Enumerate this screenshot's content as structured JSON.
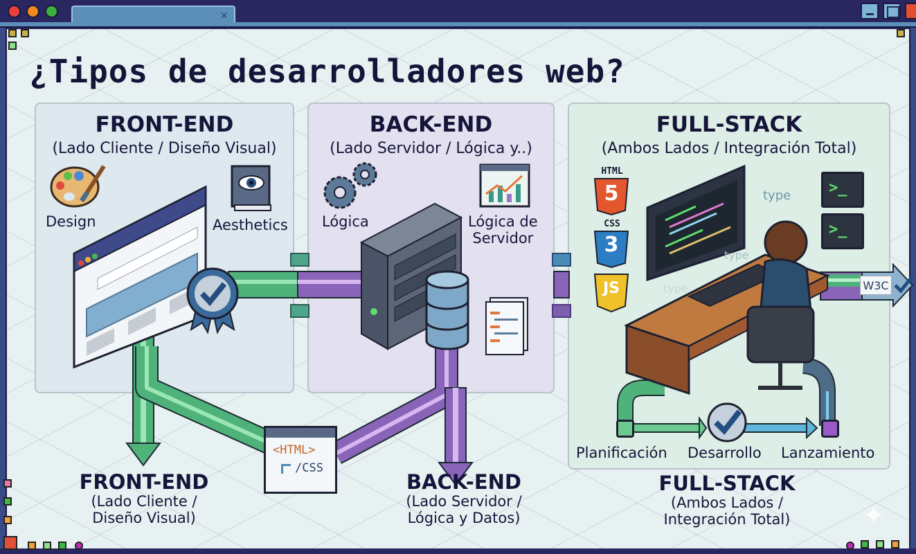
{
  "window": {
    "tab_close_glyph": "×",
    "controls": [
      "minimize",
      "maximize",
      "close"
    ]
  },
  "title": "¿Tipos de desarrolladores web?",
  "panels": {
    "front": {
      "heading": "FRONT-END",
      "subtitle": "(Lado Cliente / Diseño Visual)",
      "icons": [
        {
          "name": "palette-icon",
          "label": "Design"
        },
        {
          "name": "eye-book-icon",
          "label": "Aesthetics"
        }
      ]
    },
    "back": {
      "heading": "BACK-END",
      "subtitle": "(Lado Servidor / Lógica y..)",
      "icons": [
        {
          "name": "gears-icon",
          "label": "Lógica"
        },
        {
          "name": "chart-window-icon",
          "label_line1": "Lógica de",
          "label_line2": "Servidor"
        }
      ]
    },
    "full": {
      "heading": "FULL-STACK",
      "subtitle": "(Ambos Lados / Integración Total)",
      "tech_badges": [
        {
          "label": "HTML",
          "glyph": "5",
          "color": "#e4572e"
        },
        {
          "label": "CSS",
          "glyph": "3",
          "color": "#2d7dc4"
        },
        {
          "label": "",
          "glyph": "JS",
          "color": "#efc12a"
        }
      ],
      "terminal_prompt": ">_",
      "typing_words": [
        "type",
        "type",
        "type"
      ],
      "w3c_badge": "W3C",
      "stages": [
        "Planificación",
        "Desarrollo",
        "Lanzamiento"
      ]
    }
  },
  "html_css_window": {
    "line1": "<HTML>",
    "line2": "/CSS"
  },
  "bottom_labels": {
    "front": {
      "heading": "FRONT-END",
      "line1": "(Lado Cliente /",
      "line2": "Diseño Visual)"
    },
    "back": {
      "heading": "BACK-END",
      "line1": "(Lado Servidor /",
      "line2": "Lógica y Datos)"
    },
    "full": {
      "heading": "FULL-STACK",
      "line1": "(Ambos Lados /",
      "line2": "Integración Total)"
    }
  },
  "colors": {
    "front_pipe": "#4fb27a",
    "back_pipe": "#8a64b8",
    "full_pipe_blue": "#4a9bc8",
    "title": "#15153a"
  },
  "watermark_glyph": "✦"
}
